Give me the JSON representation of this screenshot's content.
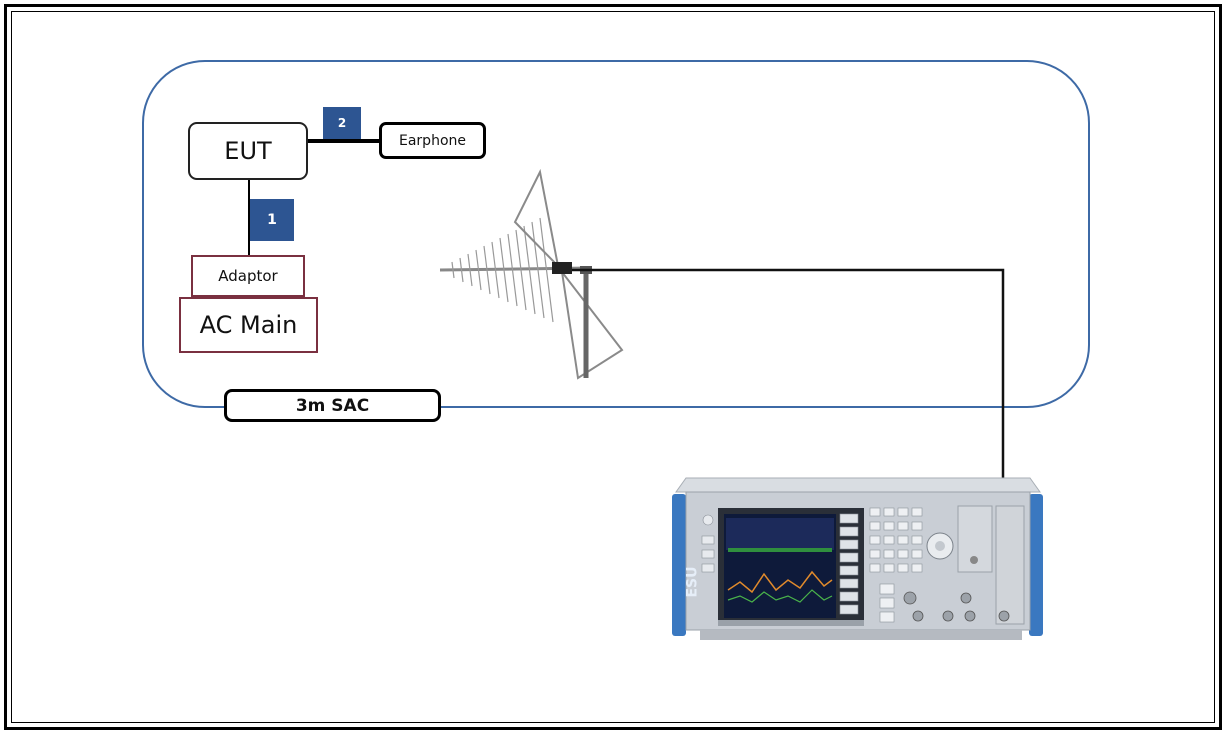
{
  "diagram": {
    "enclosure_label": "3m SAC",
    "eut_label": "EUT",
    "earphone_label": "Earphone",
    "adaptor_label": "Adaptor",
    "ac_main_label": "AC Main",
    "cable_1_label": "1",
    "cable_2_label": "2",
    "receiver_brand": "ESU",
    "colors": {
      "enclosure_border": "#3e6aa6",
      "badge": "#2d5592",
      "power_border": "#7a3040",
      "receiver_side": "#3a78c0"
    }
  }
}
